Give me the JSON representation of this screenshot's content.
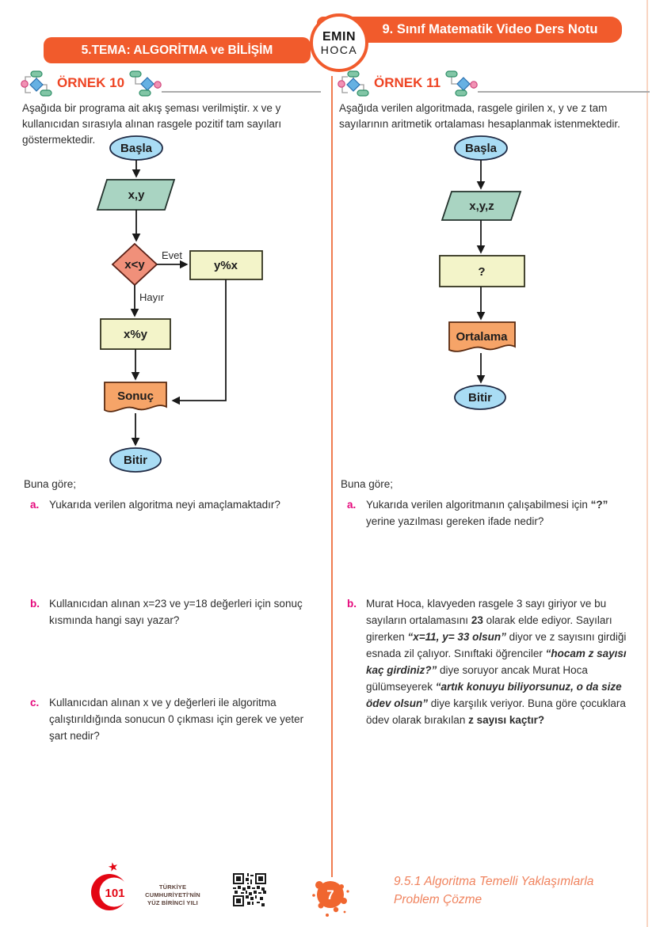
{
  "colors": {
    "accent_orange": "#f15b2c",
    "example_title_red": "#ee4423",
    "question_label_pink": "#e5097c",
    "shape_terminal_blue": "#a9dcf4",
    "shape_io_green": "#a9d4c2",
    "shape_process_yellow": "#f3f4c9",
    "shape_decision_salmon": "#f0907a",
    "shape_document_orange": "#f6a468",
    "footer_ref_orange": "#f0835e"
  },
  "header": {
    "course_title": "9. Sınıf Matematik Video Ders Notu",
    "theme_title": "5.TEMA: ALGORİTMA ve BİLİŞİM",
    "logo_line1": "EMIN",
    "logo_line2": "HOCA"
  },
  "left": {
    "example_label": "ÖRNEK 10",
    "intro": "Aşağıda bir programa ait akış şeması verilmiştir. x ve y kullanıcıdan sırasıyla alınan rasgele pozitif tam sayıları göstermektedir.",
    "flowchart": {
      "start": "Başla",
      "input": "x,y",
      "decision": "x<y",
      "yes_label": "Evet",
      "no_label": "Hayır",
      "yes_branch": "y%x",
      "no_branch": "x%y",
      "output": "Sonuç",
      "end": "Bitir"
    },
    "lead_in": "Buna göre;",
    "questions": [
      {
        "label": "a.",
        "segments": [
          {
            "t": "Yukarıda verilen algoritma neyi amaçlamaktadır?"
          }
        ]
      },
      {
        "label": "b.",
        "segments": [
          {
            "t": "Kullanıcıdan alınan x=23 ve y=18 değerleri için sonuç kısmında hangi sayı yazar?"
          }
        ]
      },
      {
        "label": "c.",
        "segments": [
          {
            "t": "Kullanıcıdan alınan x ve y değerleri ile algoritma çalıştırıldığında sonucun 0 çıkması için gerek ve yeter şart nedir?"
          }
        ]
      }
    ]
  },
  "right": {
    "example_label": "ÖRNEK 11",
    "intro": "Aşağıda verilen algoritmada, rasgele girilen x, y ve z tam sayılarının aritmetik ortalaması hesaplanmak istenmektedir.",
    "flowchart": {
      "start": "Başla",
      "input": "x,y,z",
      "process": "?",
      "output": "Ortalama",
      "end": "Bitir"
    },
    "lead_in": "Buna göre;",
    "questions": [
      {
        "label": "a.",
        "segments": [
          {
            "t": "Yukarıda verilen algoritmanın çalışabilmesi için "
          },
          {
            "t": "“?”",
            "b": true
          },
          {
            "t": " yerine yazılması gereken ifade nedir?"
          }
        ]
      },
      {
        "label": "b.",
        "segments": [
          {
            "t": "Murat Hoca, klavyeden rasgele 3 sayı giriyor ve bu sayıların ortalamasını "
          },
          {
            "t": "23",
            "b": true
          },
          {
            "t": " olarak elde ediyor. Sayıları girerken "
          },
          {
            "t": "“x=11, y= 33 olsun”",
            "b": true,
            "i": true
          },
          {
            "t": " diyor ve z sayısını girdiği esnada zil çalıyor. Sınıftaki öğrenciler "
          },
          {
            "t": "“hocam z sayısı kaç girdiniz?”",
            "b": true,
            "i": true
          },
          {
            "t": " diye soruyor ancak Murat Hoca gülümseyerek "
          },
          {
            "t": "“artık konuyu biliyorsunuz, o da size ödev olsun”",
            "b": true,
            "i": true
          },
          {
            "t": " diye karşılık veriyor. Buna göre çocuklara ödev olarak bırakılan "
          },
          {
            "t": "z sayısı kaçtır?",
            "b": true
          }
        ]
      }
    ]
  },
  "footer": {
    "centenary_logo_number": "101",
    "centenary_line1": "TÜRKİYE CUMHURİYETİ'NİN",
    "centenary_line2": "YÜZ BİRİNCİ YILI",
    "page_number": "7",
    "section_line1": "9.5.1 Algoritma Temelli Yaklaşımlarla",
    "section_line2": "Problem Çözme"
  }
}
